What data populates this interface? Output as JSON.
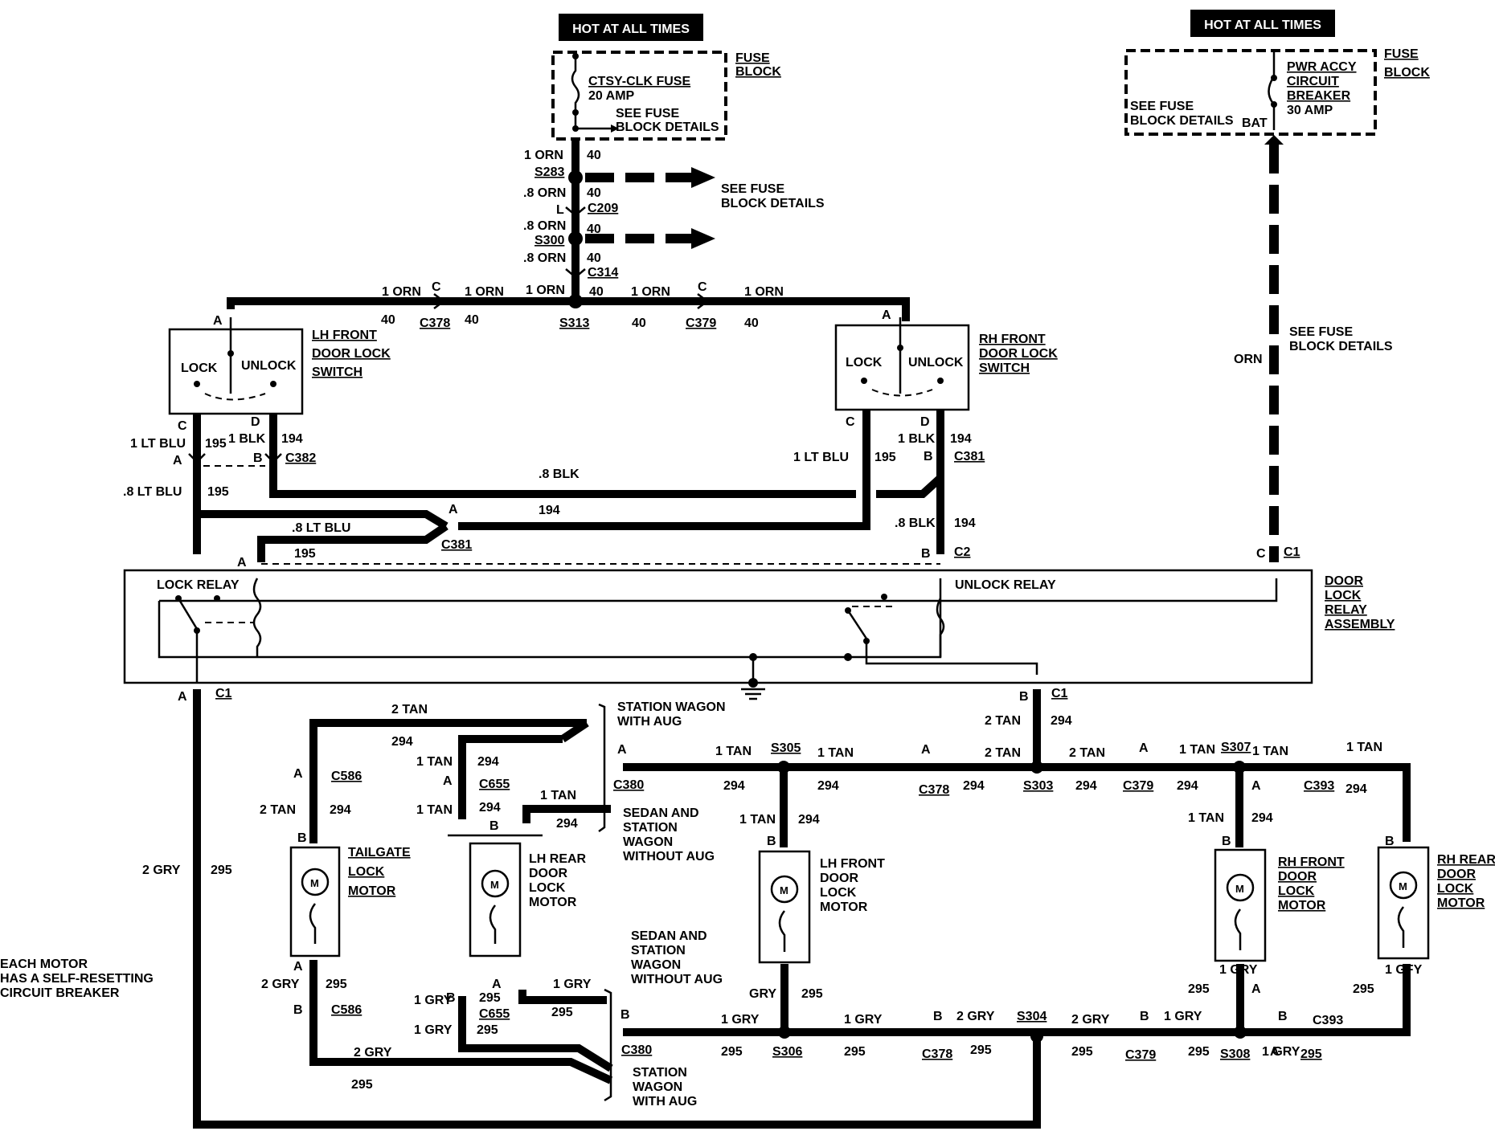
{
  "hot_labels": [
    "HOT AT ALL TIMES",
    "HOT AT ALL TIMES"
  ],
  "fuse_block": {
    "label1": "FUSE",
    "label2": "BLOCK",
    "ctsy_fuse": "CTSY-CLK FUSE",
    "ctsy_amp": "20 AMP",
    "see1": "SEE FUSE",
    "see2": "BLOCK DETAILS",
    "pwr1": "PWR ACCY",
    "pwr2": "CIRCUIT",
    "pwr3": "BREAKER",
    "pwr4": "30 AMP",
    "bat": "BAT"
  },
  "notes": {
    "see_fuse_1": "SEE FUSE",
    "see_fuse_2": "BLOCK DETAILS",
    "motor_note": [
      "EACH MOTOR",
      "HAS A SELF-RESETTING",
      "CIRCUIT BREAKER"
    ]
  },
  "components": {
    "lh_switch": [
      "LH FRONT",
      "DOOR LOCK",
      "SWITCH"
    ],
    "rh_switch": [
      "RH FRONT",
      "DOOR LOCK",
      "SWITCH"
    ],
    "lock": "LOCK",
    "unlock": "UNLOCK",
    "relay_assembly": [
      "DOOR",
      "LOCK",
      "RELAY",
      "ASSEMBLY"
    ],
    "lock_relay": "LOCK RELAY",
    "unlock_relay": "UNLOCK RELAY",
    "tailgate": [
      "TAILGATE",
      "LOCK",
      "MOTOR"
    ],
    "lh_rear": [
      "LH REAR",
      "DOOR",
      "LOCK",
      "MOTOR"
    ],
    "lh_front_motor": [
      "LH FRONT",
      "DOOR",
      "LOCK",
      "MOTOR"
    ],
    "rh_front_motor": [
      "RH FRONT",
      "DOOR",
      "LOCK",
      "MOTOR"
    ],
    "rh_rear_motor": [
      "RH REAR",
      "DOOR",
      "LOCK",
      "MOTOR"
    ],
    "motor_symbol": "M",
    "sw_aug": [
      "STATION WAGON",
      "WITH AUG"
    ],
    "sedan_no_aug": [
      "SEDAN AND",
      "STATION",
      "WAGON",
      "WITHOUT AUG"
    ],
    "sw_aug_bottom": [
      "STATION",
      "WAGON",
      "WITH AUG"
    ]
  },
  "wire_labels": [
    "1 ORN",
    "40",
    "S283",
    ".8 ORN",
    "40",
    "L",
    "C209",
    ".8 ORN",
    "S300",
    "40",
    ".8 ORN",
    "40",
    "C314",
    "1 ORN",
    "C",
    "1 ORN",
    "1 ORN",
    "40",
    "1 ORN",
    "C",
    "1 ORN",
    "40",
    "C378",
    "40",
    "S313",
    "40",
    "C379",
    "40",
    "A",
    "A",
    "C",
    "D",
    "1 LT BLU",
    "195",
    "1 BLK",
    "194",
    "A",
    "B",
    "C382",
    ".8 LT BLU",
    "195",
    ".8 BLK",
    "1 LT BLU",
    "195",
    "C",
    "D",
    "1 BLK",
    "194",
    "B",
    "C381",
    "A",
    "194",
    ".8 LT BLU",
    "C381",
    "195",
    "A",
    ".8 BLK",
    "194",
    "B",
    "C2",
    "C",
    "C1",
    "ORN",
    "A",
    "C1",
    "B",
    "C1",
    "2 TAN",
    "294",
    "2 TAN",
    "294",
    "A",
    "C586",
    "2 TAN",
    "294",
    "B",
    "1 TAN",
    "294",
    "A",
    "C655",
    "1 TAN",
    "294",
    "B",
    "1 TAN",
    "294",
    "A",
    "C380",
    "1 TAN",
    "S305",
    "1 TAN",
    "294",
    "294",
    "A",
    "C378",
    "2 TAN",
    "294",
    "S303",
    "2 TAN",
    "294",
    "A",
    "C379",
    "1 TAN",
    "S307",
    "1 TAN",
    "294",
    "A",
    "C393",
    "1 TAN",
    "294",
    "1 TAN",
    "294",
    "B",
    "1 TAN",
    "294",
    "B",
    "B",
    "2 GRY",
    "295",
    "A",
    "2 GRY",
    "295",
    "B",
    "C586",
    "2 GRY",
    "295",
    "A",
    "1 GRY",
    "B",
    "295",
    "C655",
    "1 GRY",
    "295",
    "1 GRY",
    "295",
    "GRY",
    "295",
    "B",
    "C380",
    "1 GRY",
    "295",
    "S306",
    "1 GRY",
    "295",
    "B",
    "C378",
    "2 GRY",
    "295",
    "S304",
    "2 GRY",
    "295",
    "B",
    "C379",
    "1 GRY",
    "295",
    "S308",
    "1 GRY",
    "B",
    "C393",
    "295",
    "A",
    "1 GRY",
    "295",
    "A",
    "1 GFY",
    "295"
  ]
}
